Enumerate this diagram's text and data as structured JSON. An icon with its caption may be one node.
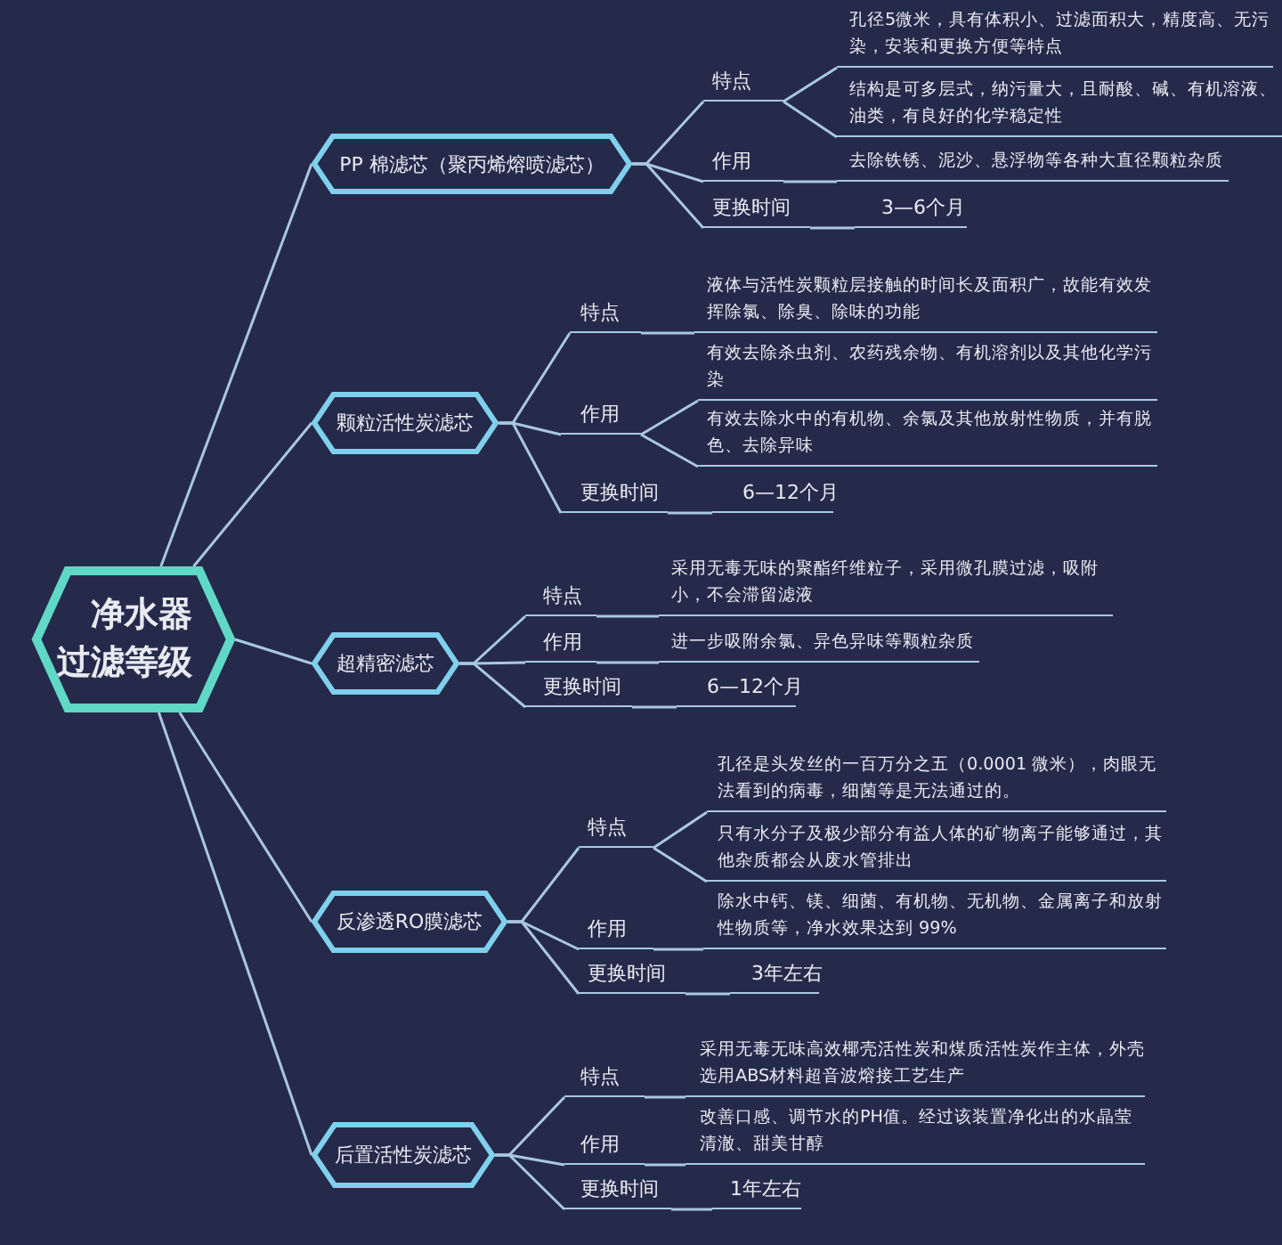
{
  "diagram": {
    "nodes": [
      {
        "text": [
          "净水器过滤等级"
        ]
      },
      {
        "text": [
          "PP 棉滤芯（聚丙烯熔喷滤芯）"
        ]
      },
      {
        "text": [
          "特点"
        ]
      },
      {
        "text": [
          "孔径5微米，具有体积小、过滤面积大，精度高、无污染，安装和更换方便等特点"
        ]
      },
      {
        "text": [
          "结构是可多层式，纳污量大，且耐酸、碱、有机溶液、油类，有良好的化学稳定性"
        ]
      },
      {
        "text": [
          "作用"
        ]
      },
      {
        "text": [
          "去除铁锈、泥沙、悬浮物等各种大直径颗粒杂质"
        ]
      },
      {
        "text": [
          "更换时间"
        ]
      },
      {
        "text": [
          "3—6个月"
        ]
      },
      {
        "text": [
          "颗粒活性炭滤芯"
        ]
      },
      {
        "text": [
          "特点"
        ]
      },
      {
        "text": [
          "液体与活性炭颗粒层接触的时间长及面积广，故能有效发挥除氯、除臭、除味的功能"
        ]
      },
      {
        "text": [
          "作用"
        ]
      },
      {
        "text": [
          "有效去除杀虫剂、农药残余物、有机溶剂以及其他化学污染"
        ]
      },
      {
        "text": [
          "有效去除水中的有机物、余氯及其他放射性物质，并有脱色、去除异味"
        ]
      },
      {
        "text": [
          "更换时间"
        ]
      },
      {
        "text": [
          "6—12个月"
        ]
      },
      {
        "text": [
          "超精密滤芯"
        ]
      },
      {
        "text": [
          "特点"
        ]
      },
      {
        "text": [
          "采用无毒无味的聚酯纤维粒子，采用微孔膜过滤，吸附小，不会滞留滤液"
        ]
      },
      {
        "text": [
          "作用"
        ]
      },
      {
        "text": [
          "进一步吸附余氯、异色异味等颗粒杂质"
        ]
      },
      {
        "text": [
          "更换时间"
        ]
      },
      {
        "text": [
          "6—12个月"
        ]
      },
      {
        "text": [
          "反渗透RO膜滤芯"
        ]
      },
      {
        "text": [
          "特点"
        ]
      },
      {
        "text": [
          "孔径是头发丝的一百万分之五（0.0001 微米），肉眼无法看到的病毒，细菌等是无法通过的。"
        ]
      },
      {
        "text": [
          "只有水分子及极少部分有益人体的矿物离子能够通过，其他杂质都会从废水管排出"
        ]
      },
      {
        "text": [
          "作用"
        ]
      },
      {
        "text": [
          "除水中钙、镁、细菌、有机物、无机物、金属离子和放射性物质等，净水效果达到 99%"
        ]
      },
      {
        "text": [
          "更换时间"
        ]
      },
      {
        "text": [
          "3年左右"
        ]
      },
      {
        "text": [
          "后置活性炭滤芯"
        ]
      },
      {
        "text": [
          "特点"
        ]
      },
      {
        "text": [
          "采用无毒无味高效椰壳活性炭和煤质活性炭作主体，外壳选用ABS材料超音波熔接工艺生产"
        ]
      },
      {
        "text": [
          "作用"
        ]
      },
      {
        "text": [
          "改善口感、调节水的PH值。经过该装置净化出的水晶莹清澈、甜美甘醇"
        ]
      },
      {
        "text": [
          "更换时间"
        ]
      },
      {
        "text": [
          "1年左右"
        ]
      }
    ],
    "edges": [
      {
        "from": 0,
        "to": 1,
        "arrow": "none"
      },
      {
        "from": 0,
        "to": 9,
        "arrow": "none"
      },
      {
        "from": 0,
        "to": 17,
        "arrow": "none"
      },
      {
        "from": 0,
        "to": 24,
        "arrow": "none"
      },
      {
        "from": 0,
        "to": 32,
        "arrow": "none"
      },
      {
        "from": 1,
        "to": 2,
        "arrow": "none"
      },
      {
        "from": 1,
        "to": 5,
        "arrow": "none"
      },
      {
        "from": 1,
        "to": 7,
        "arrow": "none"
      },
      {
        "from": 2,
        "to": 3,
        "arrow": "none"
      },
      {
        "from": 2,
        "to": 4,
        "arrow": "none"
      },
      {
        "from": 5,
        "to": 6,
        "arrow": "none"
      },
      {
        "from": 7,
        "to": 8,
        "arrow": "none"
      },
      {
        "from": 9,
        "to": 10,
        "arrow": "none"
      },
      {
        "from": 9,
        "to": 12,
        "arrow": "none"
      },
      {
        "from": 9,
        "to": 15,
        "arrow": "none"
      },
      {
        "from": 10,
        "to": 11,
        "arrow": "none"
      },
      {
        "from": 12,
        "to": 13,
        "arrow": "none"
      },
      {
        "from": 12,
        "to": 14,
        "arrow": "none"
      },
      {
        "from": 15,
        "to": 16,
        "arrow": "none"
      },
      {
        "from": 17,
        "to": 18,
        "arrow": "none"
      },
      {
        "from": 17,
        "to": 20,
        "arrow": "none"
      },
      {
        "from": 17,
        "to": 22,
        "arrow": "none"
      },
      {
        "from": 18,
        "to": 19,
        "arrow": "none"
      },
      {
        "from": 20,
        "to": 21,
        "arrow": "none"
      },
      {
        "from": 22,
        "to": 23,
        "arrow": "none"
      },
      {
        "from": 24,
        "to": 25,
        "arrow": "none"
      },
      {
        "from": 24,
        "to": 28,
        "arrow": "none"
      },
      {
        "from": 24,
        "to": 30,
        "arrow": "none"
      },
      {
        "from": 25,
        "to": 26,
        "arrow": "none"
      },
      {
        "from": 25,
        "to": 27,
        "arrow": "none"
      },
      {
        "from": 28,
        "to": 29,
        "arrow": "none"
      },
      {
        "from": 30,
        "to": 31,
        "arrow": "none"
      },
      {
        "from": 32,
        "to": 33,
        "arrow": "none"
      },
      {
        "from": 32,
        "to": 35,
        "arrow": "none"
      },
      {
        "from": 32,
        "to": 37,
        "arrow": "none"
      },
      {
        "from": 33,
        "to": 34,
        "arrow": "none"
      },
      {
        "from": 35,
        "to": 36,
        "arrow": "none"
      },
      {
        "from": 37,
        "to": 38,
        "arrow": "none"
      }
    ]
  }
}
